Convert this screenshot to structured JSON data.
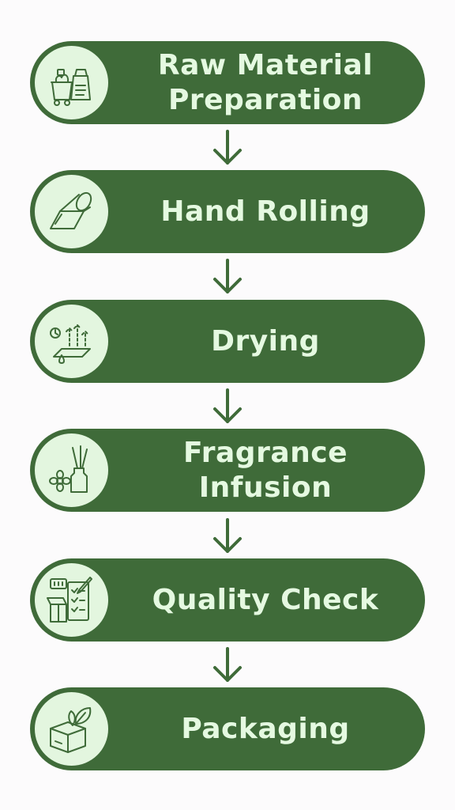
{
  "colors": {
    "background": "#fcfbfc",
    "step_fill": "#3f6b39",
    "icon_circle": "#e3f6df",
    "label_text": "#e5f9e1",
    "icon_stroke": "#3f6b39"
  },
  "steps": [
    {
      "lines": [
        "Raw Material",
        "Preparation"
      ],
      "icon": "raw-materials-icon"
    },
    {
      "lines": [
        "Hand Rolling"
      ],
      "icon": "rolling-paper-icon"
    },
    {
      "lines": [
        "Drying"
      ],
      "icon": "drying-icon"
    },
    {
      "lines": [
        "Fragrance",
        "Infusion"
      ],
      "icon": "fragrance-diffuser-icon"
    },
    {
      "lines": [
        "Quality Check"
      ],
      "icon": "quality-check-icon"
    },
    {
      "lines": [
        "Packaging"
      ],
      "icon": "packaging-icon"
    }
  ],
  "arrow_icon": "arrow-down-icon"
}
